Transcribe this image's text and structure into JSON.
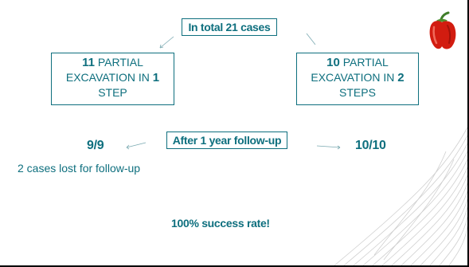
{
  "top_box": {
    "text": "In total 21 cases"
  },
  "branch_one_step": {
    "count": "11",
    "text": "PARTIAL EXCAVATION IN",
    "steps": "1",
    "suffix": "STEP"
  },
  "branch_two_steps": {
    "count": "10",
    "text": "PARTIAL EXCAVATION IN",
    "steps": "2",
    "suffix": "STEPS"
  },
  "followup_box": {
    "text": "After 1 year follow-up"
  },
  "result_one_step": "9/9",
  "result_two_steps": "10/10",
  "lost_note": "2 cases lost for follow-up",
  "success_text": "100% success rate!",
  "colors": {
    "accent": "#0e6f7e",
    "pepper_red": "#d21c10",
    "stem_green": "#3f7d2a",
    "decor_lines": "#cfcfcf"
  },
  "icons": [
    "red-pepper-icon",
    "arrow-icon"
  ]
}
